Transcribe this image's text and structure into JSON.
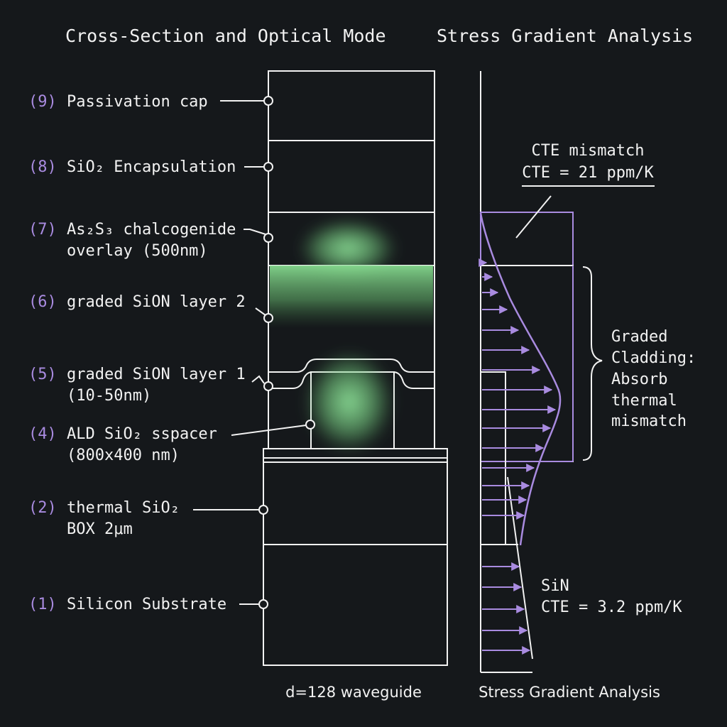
{
  "titles": {
    "left": "Cross-Section and Optical Mode",
    "right": "Stress Gradient Analysis"
  },
  "layers": [
    {
      "num": "(9)",
      "line1": "Passivation cap",
      "line2": ""
    },
    {
      "num": "(8)",
      "line1": "SiO₂ Encapsulation",
      "line2": ""
    },
    {
      "num": "(7)",
      "line1": "As₂S₃ chalcogenide",
      "line2": "overlay (500nm)"
    },
    {
      "num": "(6)",
      "line1": "graded SiON layer 2",
      "line2": ""
    },
    {
      "num": "(5)",
      "line1": "graded SiON layer 1",
      "line2": "(10-50nm)"
    },
    {
      "num": "(4)",
      "line1": "ALD SiO₂ sspacer",
      "line2": "(800x400 nm)"
    },
    {
      "num": "(2)",
      "line1": "thermal SiO₂",
      "line2": "BOX 2μm"
    },
    {
      "num": "(1)",
      "line1": "Silicon Substrate",
      "line2": ""
    }
  ],
  "stress": {
    "top_line1": "CTE mismatch",
    "top_line2": "CTE = 21 ppm/K",
    "brace_lines": [
      "Graded",
      "Cladding:",
      "Absorb",
      "thermal",
      "mismatch"
    ],
    "bottom_line1": "SiN",
    "bottom_line2": "CTE = 3.2 ppm/K"
  },
  "captions": {
    "left": "d=128 waveguide",
    "right": "Stress Gradient Analysis"
  },
  "colors": {
    "background": "#15181b",
    "line": "#f2f2f2",
    "accent": "#a98be0",
    "mode_glow": "#8fe39a"
  }
}
